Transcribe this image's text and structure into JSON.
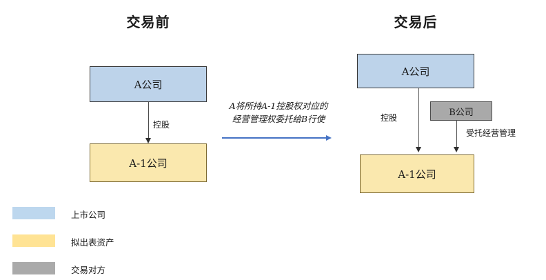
{
  "diagram": {
    "before": {
      "title": "交易前",
      "nodes": [
        {
          "id": "a-company",
          "label": "A公司",
          "style": "blue"
        },
        {
          "id": "a1-company",
          "label": "A-1公司",
          "style": "yellow"
        }
      ],
      "edges": [
        {
          "id": "holding",
          "label": "控股",
          "from": "a-company",
          "to": "a1-company"
        }
      ]
    },
    "center": {
      "note_line1": "A将所持A-1控股权对应的",
      "note_line2": "经营管理权委托给B行使",
      "arrow_color": "#4472c4",
      "arrow_direction": "right"
    },
    "after": {
      "title": "交易后",
      "nodes": [
        {
          "id": "a-company",
          "label": "A公司",
          "style": "blue"
        },
        {
          "id": "b-company",
          "label": "B公司",
          "style": "gray"
        },
        {
          "id": "a1-company",
          "label": "A-1公司",
          "style": "yellow"
        }
      ],
      "edges": [
        {
          "id": "holding",
          "label": "控股",
          "from": "a-company",
          "to": "a1-company"
        },
        {
          "id": "entrusted",
          "label": "受托经营管理",
          "from": "b-company",
          "to": "a1-company"
        }
      ]
    }
  },
  "legend": {
    "items": [
      {
        "color": "#bdd7ee",
        "label": "上市公司"
      },
      {
        "color": "#ffe394",
        "label": "拟出表资产"
      },
      {
        "color": "#aaaaaa",
        "label": "交易对方"
      }
    ]
  }
}
